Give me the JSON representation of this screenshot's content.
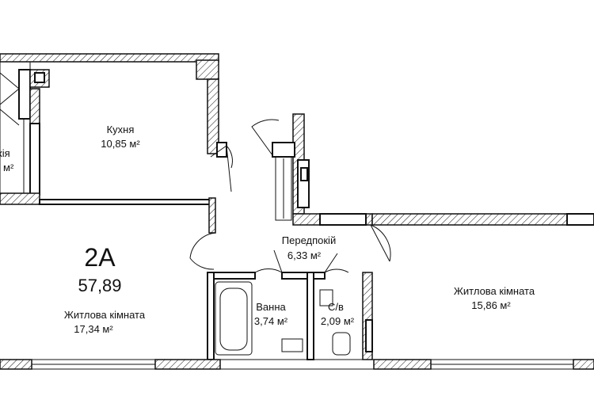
{
  "apartment": {
    "type": "2А",
    "total_area": "57,89"
  },
  "rooms": [
    {
      "id": "kitchen",
      "name": "Кухня",
      "area": "10,85 м²"
    },
    {
      "id": "balcony",
      "name": "жія",
      "area": "м²"
    },
    {
      "id": "hallway",
      "name": "Передпокій",
      "area": "6,33 м²"
    },
    {
      "id": "living-left",
      "name": "Житлова кімната",
      "area": "17,34 м²"
    },
    {
      "id": "bathroom",
      "name": "Ванна",
      "area": "3,74 м²"
    },
    {
      "id": "wc",
      "name": "С/в",
      "area": "2,09 м²"
    },
    {
      "id": "living-right",
      "name": "Житлова кімната",
      "area": "15,86 м²"
    }
  ]
}
